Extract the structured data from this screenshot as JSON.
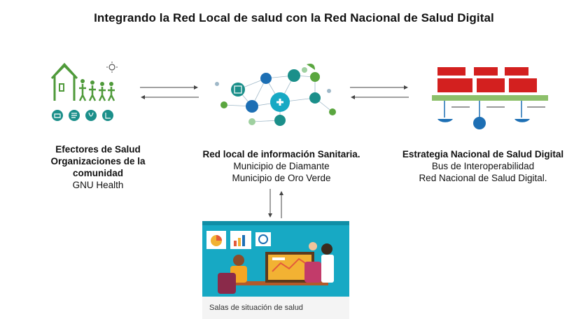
{
  "title": "Integrando la Red Local de salud con la Red Nacional de Salud Digital",
  "left": {
    "heading_lines": [
      "Efectores de Salud",
      "Organizaciones de la",
      "comunidad"
    ],
    "subtitle": "GNU Health"
  },
  "center": {
    "heading": "Red local de información Sanitaria.",
    "lines": [
      "Municipio de Diamante",
      "Municipio de Oro Verde"
    ]
  },
  "right": {
    "heading": "Estrategia Nacional de Salud Digital",
    "lines": [
      "Bus de Interoperabilidad",
      "Red Nacional de Salud Digital."
    ]
  },
  "bottom": {
    "caption": "Salas de situación de salud"
  },
  "colors": {
    "teal": "#1b8f8a",
    "green": "#5aa63f",
    "red": "#d3201f",
    "blue": "#1d6fb4",
    "cyan_bg": "#17a9c4"
  }
}
